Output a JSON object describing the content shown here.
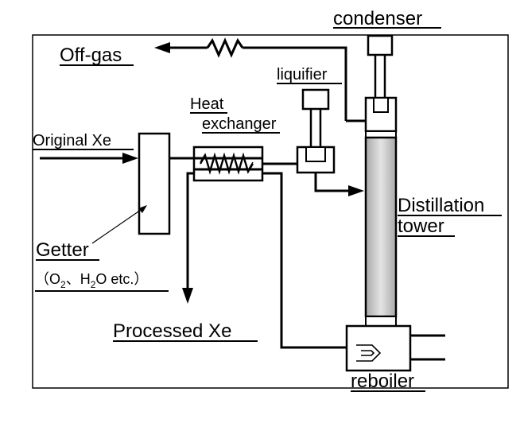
{
  "labels": {
    "condenser": "condenser",
    "off_gas": "Off-gas",
    "liquifier": "liquifier",
    "heat_exchanger_line1": "Heat",
    "heat_exchanger_line2": "exchanger",
    "original_xe": "Original Xe",
    "distillation_line1": "Distillation",
    "distillation_line2": "tower",
    "getter": "Getter",
    "getter_note": {
      "open": "（O",
      "sub1": "2",
      "mid": "、H",
      "sub2": "2",
      "close": "O etc.）"
    },
    "processed_xe": "Processed Xe",
    "reboiler": "reboiler"
  }
}
